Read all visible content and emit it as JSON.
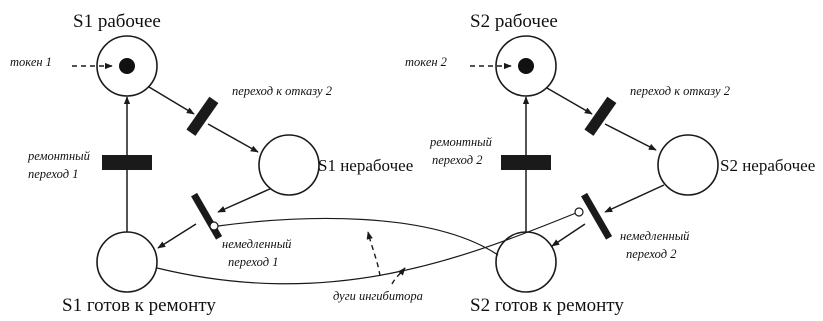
{
  "places": {
    "s1_working": "S1 рабочее",
    "s1_failed": "S1 нерабочее",
    "s1_ready": "S1 готов к ремонту",
    "s2_working": "S2 рабочее",
    "s2_failed": "S2 нерабочее",
    "s2_ready": "S2 готов к ремонту"
  },
  "tokens": {
    "token1": "токен 1",
    "token2": "токен 2"
  },
  "transitions": {
    "fail1": "переход  к отказу 2",
    "fail2": "переход  к отказу 2",
    "repair1_line1": "ремонтный",
    "repair1_line2": "переход 1",
    "repair2_line1": "ремонтный",
    "repair2_line2": "переход 2",
    "imm1_line1": "немедленный",
    "imm1_line2": "переход 1",
    "imm2_line1": "немедленный",
    "imm2_line2": "переход 2"
  },
  "inhibitor_label": "дуги ингибитора",
  "colors": {
    "ink": "#1a1a1a",
    "background": "#ffffff"
  }
}
